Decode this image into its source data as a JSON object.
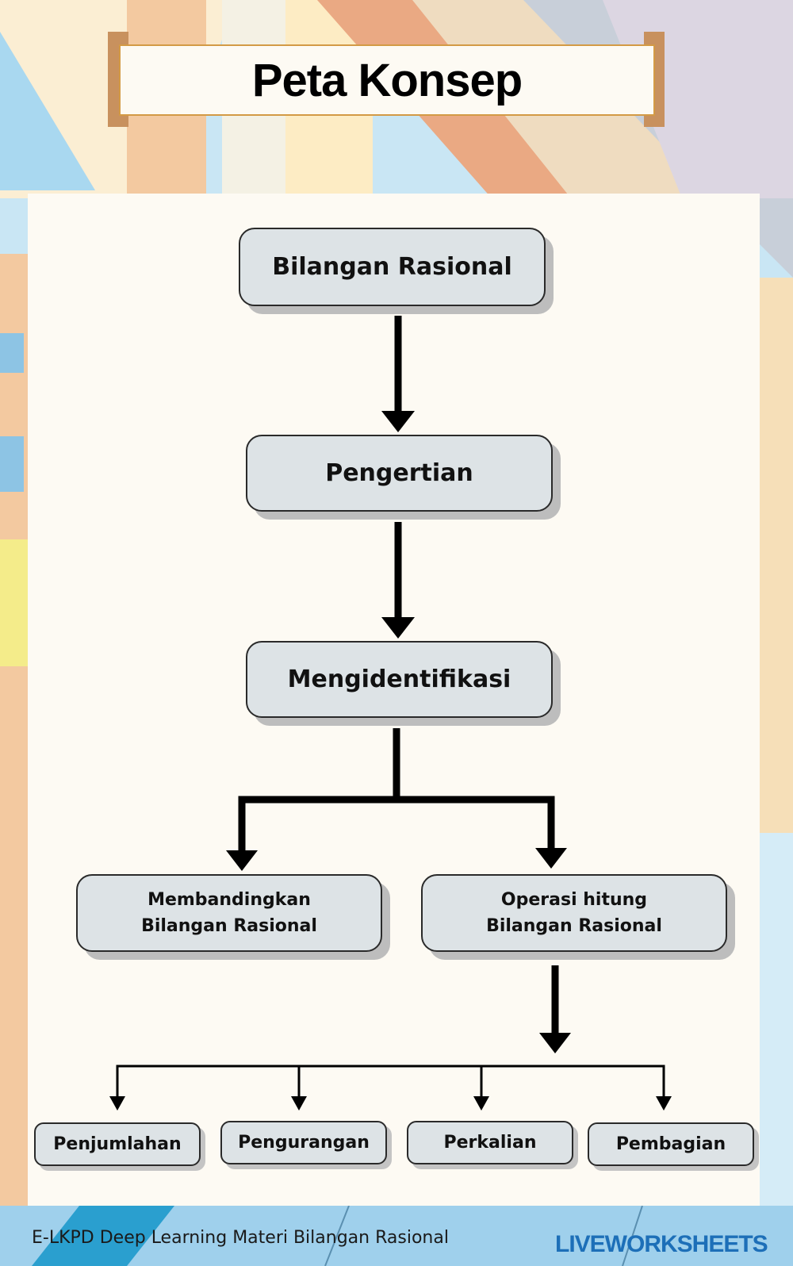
{
  "title": "Peta Konsep",
  "nodes": {
    "root": "Bilangan Rasional",
    "definition": "Pengertian",
    "identify": "Mengidentifikasi",
    "compare": [
      "Membandingkan",
      "Bilangan Rasional"
    ],
    "operations": [
      "Operasi hitung",
      "Bilangan Rasional"
    ],
    "ops": [
      "Penjumlahan",
      "Pengurangan",
      "Perkalian",
      "Pembagian"
    ]
  },
  "footer": "E-LKPD Deep Learning Materi Bilangan Rasional",
  "watermark": "LIVEWORKSHEETS"
}
